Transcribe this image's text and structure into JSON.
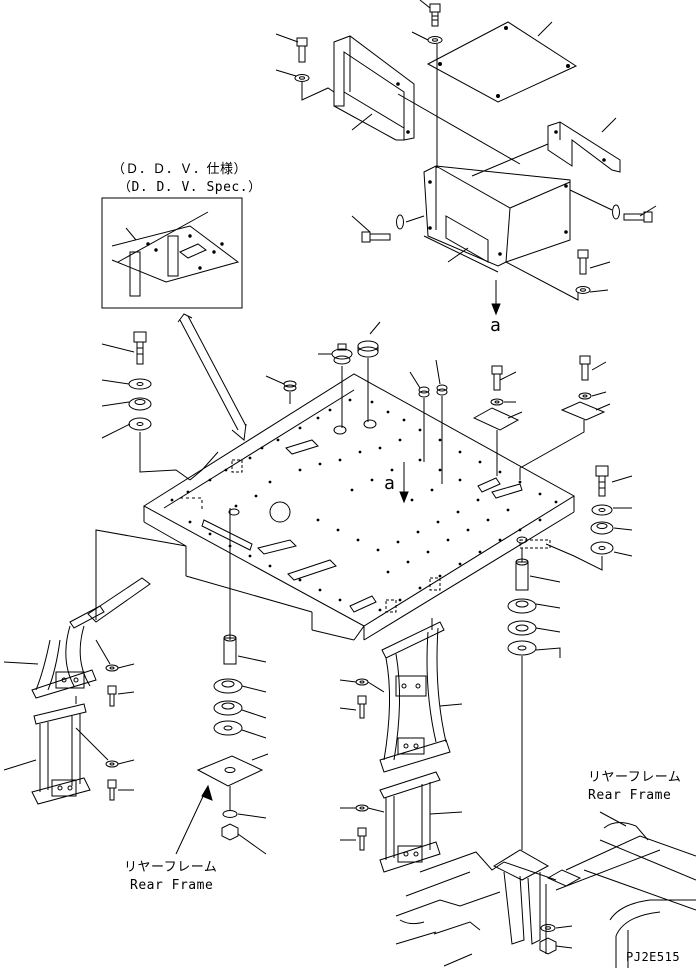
{
  "inset": {
    "title_jp": "（Ｄ．Ｄ．Ｖ．仕様）",
    "title_en": "（D. D. V. Spec.）"
  },
  "callouts": {
    "a_top": "a",
    "a_center": "a"
  },
  "rear_frame_left": {
    "jp": "リヤーフレーム",
    "en": "Rear Frame"
  },
  "rear_frame_right": {
    "jp": "リヤーフレーム",
    "en": "Rear Frame"
  },
  "figure_code": "PJ2E515",
  "colors": {
    "ink": "#000000",
    "paper": "#ffffff"
  }
}
